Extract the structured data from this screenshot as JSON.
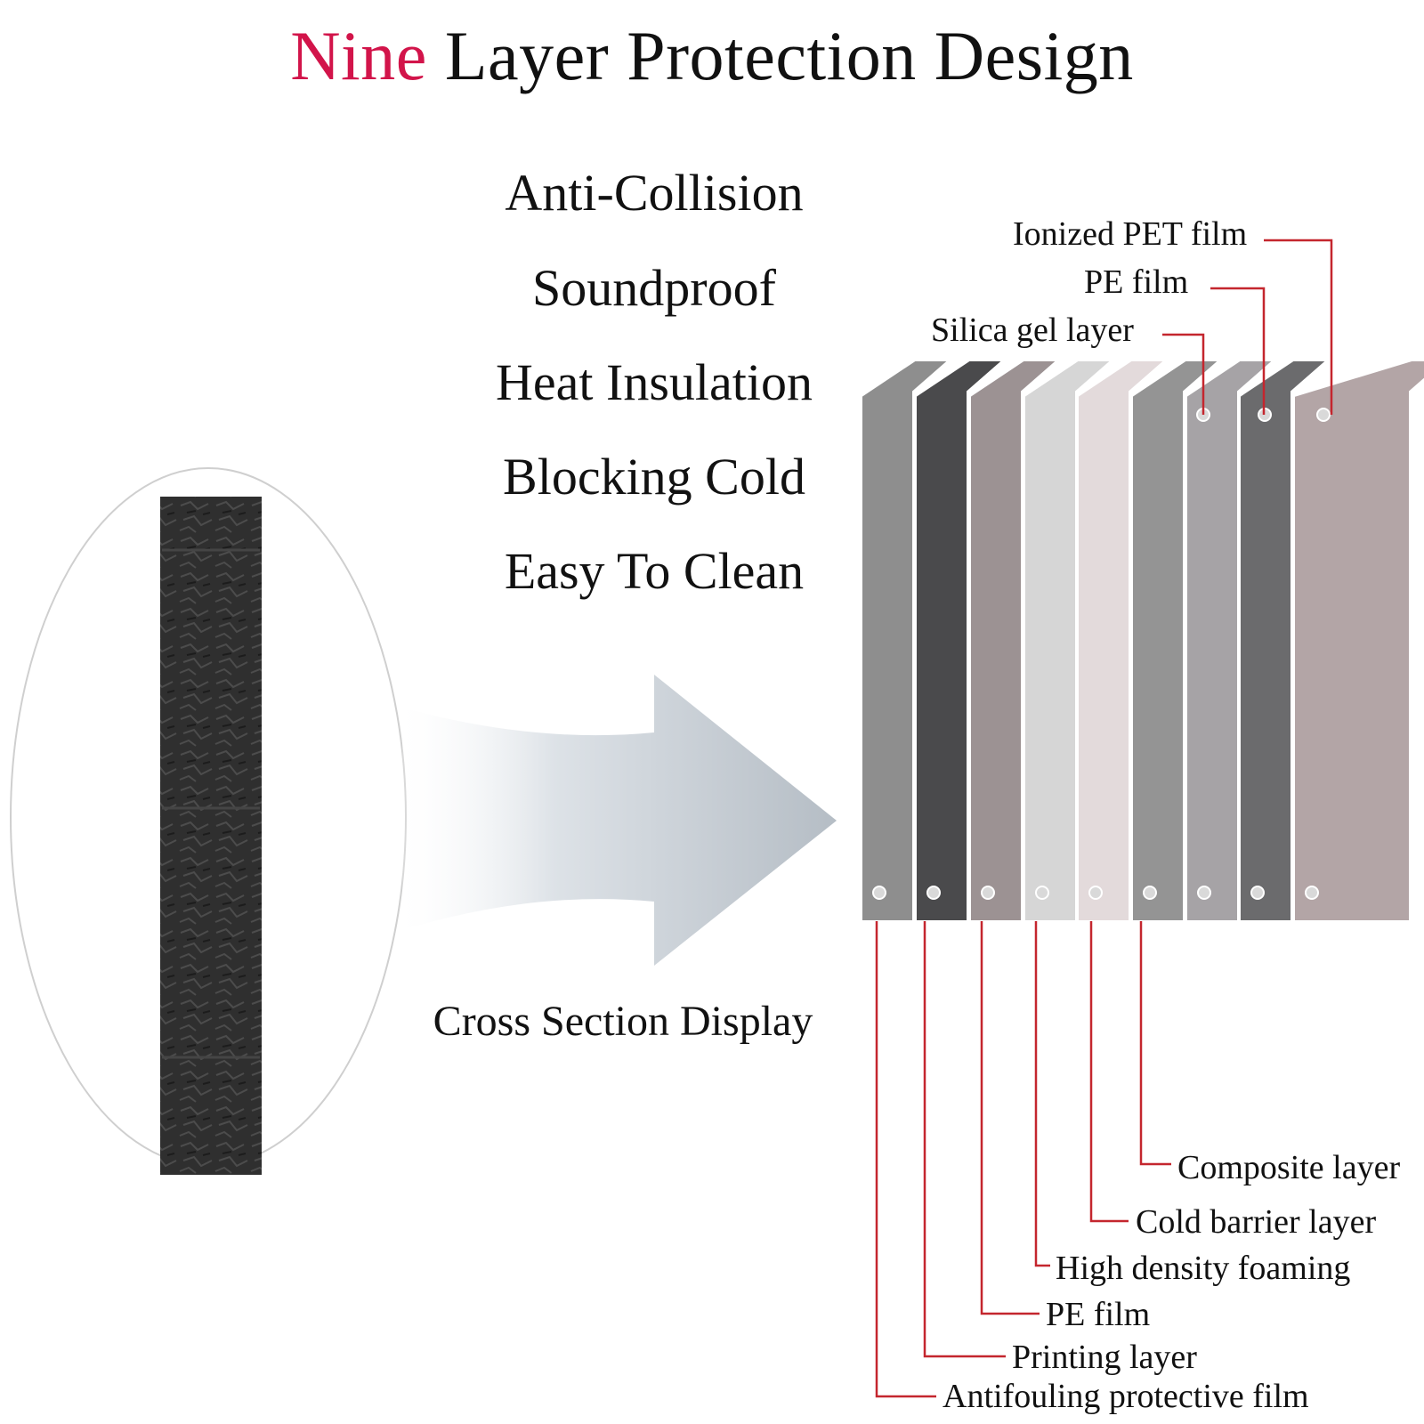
{
  "title": {
    "accent": "Nine",
    "rest": " Layer Protection Design"
  },
  "features": [
    "Anti-Collision",
    "Soundproof",
    "Heat Insulation",
    "Blocking Cold",
    "Easy To Clean"
  ],
  "caption": "Cross Section Display",
  "top_labels": [
    "Ionized PET film",
    "PE film",
    "Silica gel layer"
  ],
  "bottom_labels": [
    "Composite layer",
    "Cold barrier layer",
    "High density foaming",
    "PE film",
    "Printing layer",
    "Antifouling protective film"
  ],
  "colors": {
    "accent": "#d2144a",
    "leader": "#c4262e",
    "arrow": "#b9c1c9",
    "strip": "#2e2e2e",
    "layers": [
      "#8e8e8e",
      "#4a4a4c",
      "#9c9293",
      "#d6d6d6",
      "#e3dadb",
      "#949494",
      "#a6a3a6",
      "#6b6b6d",
      "#b3a5a6"
    ]
  }
}
